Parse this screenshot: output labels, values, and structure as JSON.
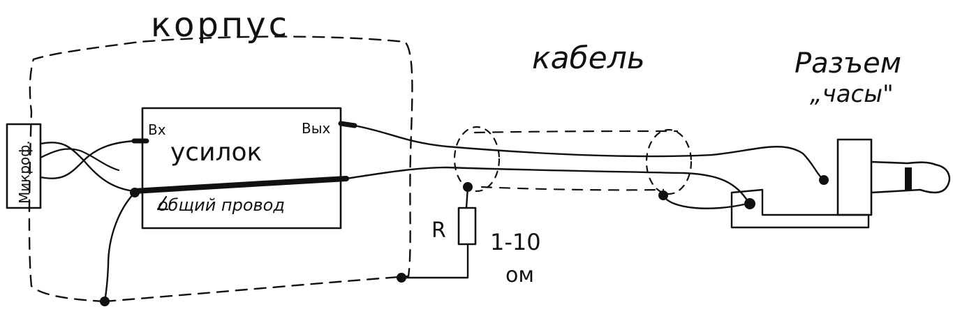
{
  "labels": {
    "housing": "корпус",
    "cable": "кабель",
    "connector_line1": "Разъем",
    "connector_line2": "„часы\"",
    "amplifier": "усилок",
    "input": "Вх",
    "output": "Вых",
    "common_wire": "общий провод",
    "microphone": "Микроф.",
    "resistor_symbol": "R",
    "resistor_value": "1-10",
    "resistor_unit": "ом"
  },
  "colors": {
    "ink": "#111111",
    "paper": "#ffffff"
  }
}
